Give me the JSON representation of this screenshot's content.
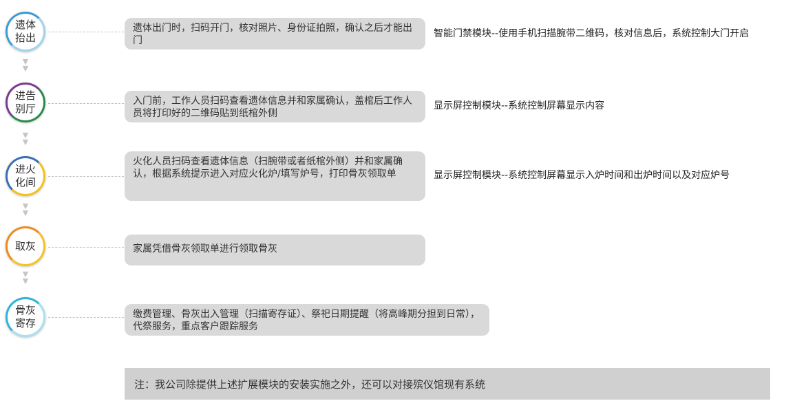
{
  "steps": [
    {
      "label": "遗体抬出",
      "color": "#3b9bd3",
      "desc": "遗体出门时，扫码开门，核对照片、身份证拍照，确认之后才能出门",
      "module": "智能门禁模块--使用手机扫描腕带二维码，核对信息后，系统控制大门开启"
    },
    {
      "label": "进告别厅",
      "color": "#7a3b8f",
      "desc": "入门前，工作人员扫码查看遗体信息并和家属确认，盖棺后工作人员将打印好的二维码贴到纸棺外侧",
      "module": "显示屏控制模块--系统控制屏幕显示内容"
    },
    {
      "label": "进火化间",
      "color": "#3a6fb6",
      "desc": "火化人员扫码查看遗体信息（扫腕带或者纸棺外侧）并和家属确认，根据系统提示进入对应火化炉/填写炉号，打印骨灰领取单",
      "module": "显示屏控制模块--系统控制屏幕显示入炉时间和出炉时间以及对应炉号"
    },
    {
      "label": "取灰",
      "color": "#f08a1c",
      "desc": "家属凭借骨灰领取单进行领取骨灰",
      "module": ""
    },
    {
      "label": "骨灰寄存",
      "color": "#2fb4d8",
      "desc": "缴费管理、骨灰出入管理（扫描寄存证）、祭祀日期提醒（将高峰期分担到日常），代祭服务，重点客户跟踪服务",
      "module": ""
    }
  ],
  "note": "注：我公司除提供上述扩展模块的安装实施之外，还可以对接殡仪馆现有系统"
}
